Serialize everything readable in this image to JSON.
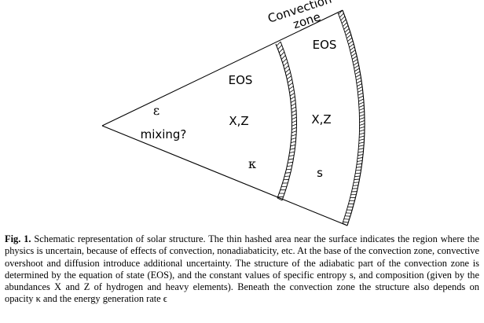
{
  "diagram": {
    "convection_zone_label": [
      "Convection",
      "zone"
    ],
    "interior_labels": {
      "epsilon": "ε",
      "mixing": "mixing?",
      "xz": "X,Z",
      "eos": "EOS",
      "kappa": "κ"
    },
    "convection_labels": {
      "eos": "EOS",
      "xz": "X,Z",
      "s": "s"
    }
  },
  "caption": {
    "label": "Fig. 1.",
    "text": " Schematic representation of solar structure. The thin hashed area near the surface indicates the region where the physics is uncertain, because of effects of convection, nonadiabaticity, etc. At the base of the convection zone, convective overshoot and diffusion introduce additional uncertainty. The structure of the adiabatic part of the convection zone is determined by the equation of state (EOS), and the constant values of specific entropy s, and composition (given by the abundances X and Z of hydrogen and heavy elements). Beneath the convection zone the structure also depends on opacity κ and the energy generation rate ϵ"
  }
}
